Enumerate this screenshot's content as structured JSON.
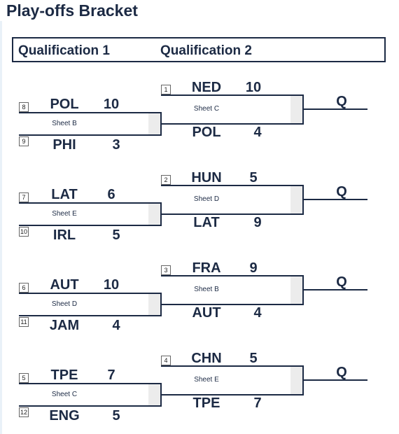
{
  "title": "Play-offs Bracket",
  "header": {
    "qual1": "Qualification 1",
    "qual2": "Qualification 2"
  },
  "qual1": [
    {
      "top": {
        "seed": "8",
        "team": "POL",
        "score": "10"
      },
      "sheet": "Sheet B",
      "bottom": {
        "seed": "9",
        "team": "PHI",
        "score": "3"
      }
    },
    {
      "top": {
        "seed": "7",
        "team": "LAT",
        "score": "6"
      },
      "sheet": "Sheet E",
      "bottom": {
        "seed": "10",
        "team": "IRL",
        "score": "5"
      }
    },
    {
      "top": {
        "seed": "6",
        "team": "AUT",
        "score": "10"
      },
      "sheet": "Sheet D",
      "bottom": {
        "seed": "11",
        "team": "JAM",
        "score": "4"
      }
    },
    {
      "top": {
        "seed": "5",
        "team": "TPE",
        "score": "7"
      },
      "sheet": "Sheet C",
      "bottom": {
        "seed": "12",
        "team": "ENG",
        "score": "5"
      }
    }
  ],
  "qual2": [
    {
      "top": {
        "seed": "1",
        "team": "NED",
        "score": "10"
      },
      "sheet": "Sheet C",
      "bottom": {
        "team": "POL",
        "score": "4"
      },
      "result": "Q"
    },
    {
      "top": {
        "seed": "2",
        "team": "HUN",
        "score": "5"
      },
      "sheet": "Sheet D",
      "bottom": {
        "team": "LAT",
        "score": "9"
      },
      "result": "Q"
    },
    {
      "top": {
        "seed": "3",
        "team": "FRA",
        "score": "9"
      },
      "sheet": "Sheet B",
      "bottom": {
        "team": "AUT",
        "score": "4"
      },
      "result": "Q"
    },
    {
      "top": {
        "seed": "4",
        "team": "CHN",
        "score": "5"
      },
      "sheet": "Sheet E",
      "bottom": {
        "team": "TPE",
        "score": "7"
      },
      "result": "Q"
    }
  ]
}
